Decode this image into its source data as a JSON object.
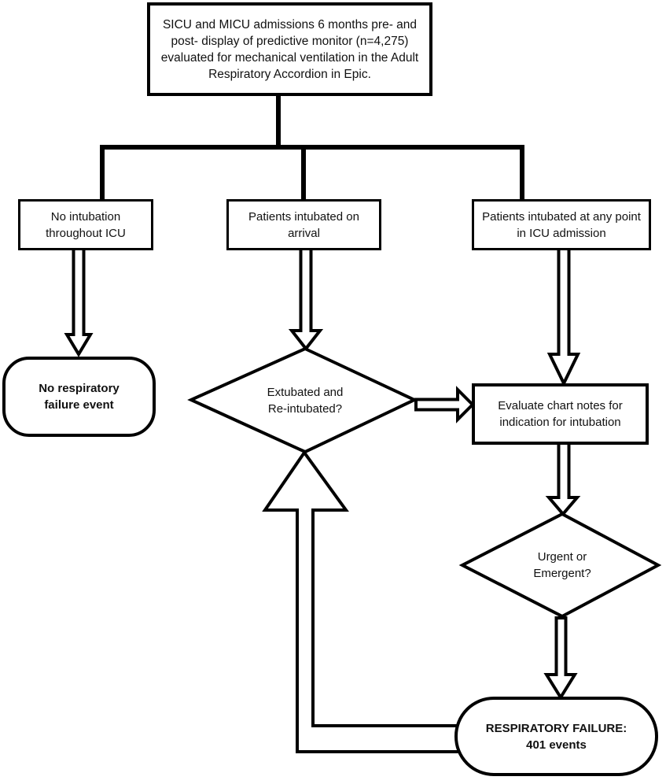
{
  "diagram": {
    "colors": {
      "ink": "#000000",
      "paper": "#ffffff",
      "text": "#111111"
    },
    "title": {
      "lines": [
        "SICU and MICU admissions 6 months pre- and",
        "post- display of predictive monitor (n=4,275)",
        "evaluated for mechanical ventilation in the Adult",
        "Respiratory Accordion in Epic."
      ]
    },
    "branches": {
      "no_intubation": {
        "lines": [
          "No intubation",
          "throughout ICU"
        ]
      },
      "intubated_on_arrival": {
        "lines": [
          "Patients intubated on",
          "arrival"
        ]
      },
      "intubated_any_point": {
        "lines": [
          "Patients intubated at any point",
          "in ICU admission"
        ]
      }
    },
    "no_failure_terminal": {
      "lines": [
        "No respiratory",
        "failure event"
      ]
    },
    "extubated_decision": {
      "lines": [
        "Extubated and",
        "Re-intubated?"
      ]
    },
    "evaluate_process": {
      "lines": [
        "Evaluate chart notes for",
        "indication for intubation"
      ]
    },
    "urgent_decision": {
      "lines": [
        "Urgent or",
        "Emergent?"
      ]
    },
    "failure_terminal": {
      "lines": [
        "RESPIRATORY FAILURE:",
        "401 events"
      ]
    }
  }
}
